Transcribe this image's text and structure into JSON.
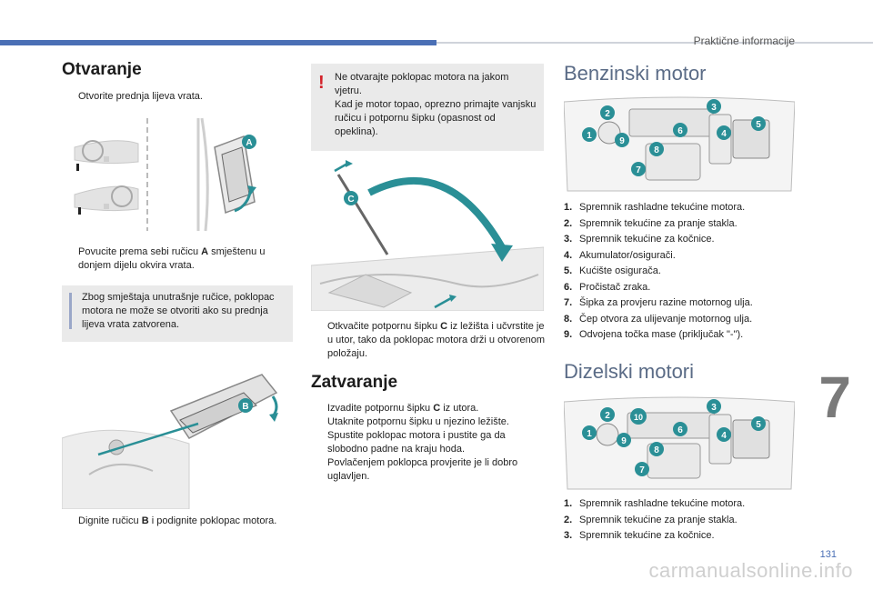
{
  "header": {
    "title": "Praktične informacije"
  },
  "left": {
    "heading": "Otvaranje",
    "step1": "Otvorite prednja lijeva vrata.",
    "step2_a": "Povucite prema sebi ručicu ",
    "step2_b": "A",
    "step2_c": " smještenu u donjem dijelu okvira vrata.",
    "note": "Zbog smještaja unutrašnje ručice, poklopac motora ne može se otvoriti ako su prednja lijeva vrata zatvorena.",
    "step3_a": "Dignite ručicu ",
    "step3_b": "B",
    "step3_c": " i podignite poklopac motora.",
    "fig_label_a": "A",
    "fig_label_b": "B"
  },
  "middle": {
    "warning": "Ne otvarajte poklopac motora na jakom vjetru.\nKad je motor topao, oprezno primajte vanjsku ručicu i potpornu šipku (opasnost od opeklina).",
    "fig_label_c": "C",
    "step_a": "Otkvačite potpornu šipku ",
    "step_b": "C",
    "step_c": " iz ležišta i učvrstite je u utor, tako da poklopac motora drži u otvorenom položaju.",
    "close_heading": "Zatvaranje",
    "close_steps": [
      {
        "pre": "Izvadite potpornu šipku ",
        "bold": "C",
        "post": " iz utora."
      },
      {
        "pre": "Utaknite potpornu šipku u njezino ležište.",
        "bold": "",
        "post": ""
      },
      {
        "pre": "Spustite poklopac motora i pustite ga da slobodno padne na kraju hoda.",
        "bold": "",
        "post": ""
      },
      {
        "pre": "Povlačenjem poklopca provjerite je li dobro uglavljen.",
        "bold": "",
        "post": ""
      }
    ]
  },
  "right": {
    "petrol_heading": "Benzinski motor",
    "petrol_items": [
      {
        "n": "1.",
        "t": "Spremnik rashladne tekućine motora."
      },
      {
        "n": "2.",
        "t": "Spremnik tekućine za pranje stakla."
      },
      {
        "n": "3.",
        "t": "Spremnik tekućine za kočnice."
      },
      {
        "n": "4.",
        "t": "Akumulator/osigurači."
      },
      {
        "n": "5.",
        "t": "Kućište osigurača."
      },
      {
        "n": "6.",
        "t": "Pročistač zraka."
      },
      {
        "n": "7.",
        "t": "Šipka za provjeru razine motornog ulja."
      },
      {
        "n": "8.",
        "t": "Čep otvora za ulijevanje motornog ulja."
      },
      {
        "n": "9.",
        "t": "Odvojena točka mase (priključak \"-\")."
      }
    ],
    "diesel_heading": "Dizelski motori",
    "diesel_items": [
      {
        "n": "1.",
        "t": "Spremnik rashladne tekućine motora."
      },
      {
        "n": "2.",
        "t": "Spremnik tekućine za pranje stakla."
      },
      {
        "n": "3.",
        "t": "Spremnik tekućine za kočnice."
      }
    ],
    "petrol_markers": [
      "1",
      "2",
      "3",
      "4",
      "5",
      "6",
      "7",
      "8",
      "9"
    ],
    "diesel_markers": [
      "1",
      "2",
      "3",
      "4",
      "5",
      "6",
      "7",
      "8",
      "9",
      "10"
    ]
  },
  "chapter": "7",
  "page_number": "131",
  "watermark": "carmanualsonline.info",
  "bullet_glyph": "",
  "warning_glyph": "!",
  "colors": {
    "accent": "#4a6fb5",
    "marker": "#2a8f96",
    "warning": "#d3222a"
  }
}
